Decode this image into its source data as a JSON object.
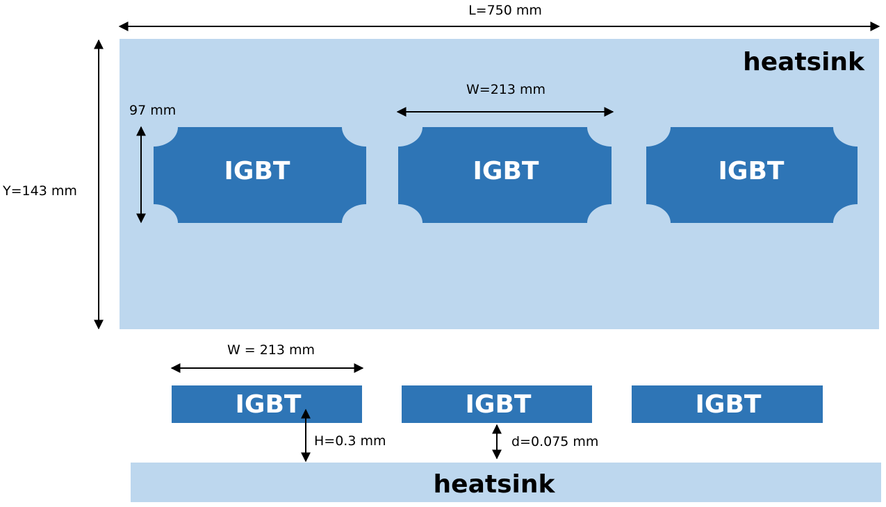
{
  "top_view": {
    "length_label": "L=750 mm",
    "height_label": "Y=143 mm",
    "heatsink_label": "heatsink",
    "module_width_label": "W=213 mm",
    "module_height_label": "97 mm",
    "modules": [
      {
        "label": "IGBT"
      },
      {
        "label": "IGBT"
      },
      {
        "label": "IGBT"
      }
    ]
  },
  "side_view": {
    "module_width_label": "W = 213 mm",
    "gap_H_label": "H=0.3 mm",
    "gap_d_label": "d=0.075 mm",
    "heatsink_label": "heatsink",
    "modules": [
      {
        "label": "IGBT"
      },
      {
        "label": "IGBT"
      },
      {
        "label": "IGBT"
      }
    ]
  },
  "colors": {
    "heatsink_fill": "#bdd7ee",
    "igbt_fill": "#2e75b6",
    "igbt_text": "#ffffff",
    "text": "#000000"
  }
}
